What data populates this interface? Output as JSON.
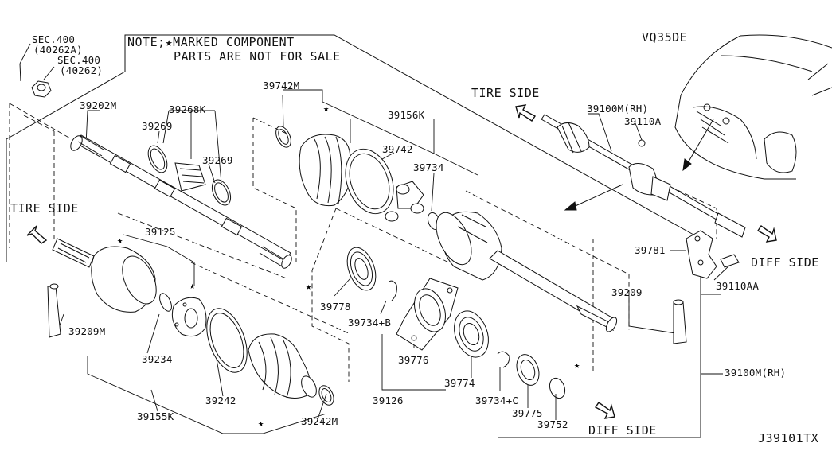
{
  "header": {
    "note_line1": "NOTE;★MARKED COMPONENT",
    "note_line2": "PARTS ARE NOT FOR SALE",
    "model": "VQ35DE",
    "diagram_code": "J39101TX"
  },
  "sections": {
    "sec1": "SEC.400",
    "sec1_ref": "(40262A)",
    "sec2": "SEC.400",
    "sec2_ref": "(40262)"
  },
  "directions": {
    "tire_side_left": "TIRE SIDE",
    "tire_side_right": "TIRE SIDE",
    "diff_side_right": "DIFF SIDE",
    "diff_side_bottom": "DIFF SIDE"
  },
  "star_symbol": "★",
  "parts": {
    "p39202M": "39202M",
    "p39268K": "39268K",
    "p39269a": "39269",
    "p39269b": "39269",
    "p39742M": "39742M",
    "p39156K": "39156K",
    "p39742": "39742",
    "p39734": "39734",
    "p39100M_top": "39100M(RH)",
    "p39110A": "39110A",
    "p39125": "39125",
    "p39781": "39781",
    "p39110AA": "39110AA",
    "p39209": "39209",
    "p39778": "39778",
    "p39734B": "39734+B",
    "p39209M": "39209M",
    "p39234": "39234",
    "p39776": "39776",
    "p39100M_side": "39100M(RH)",
    "p39242": "39242",
    "p39126": "39126",
    "p39774": "39774",
    "p39734C": "39734+C",
    "p39775": "39775",
    "p39155K": "39155K",
    "p39242M": "39242M",
    "p39752": "39752"
  }
}
